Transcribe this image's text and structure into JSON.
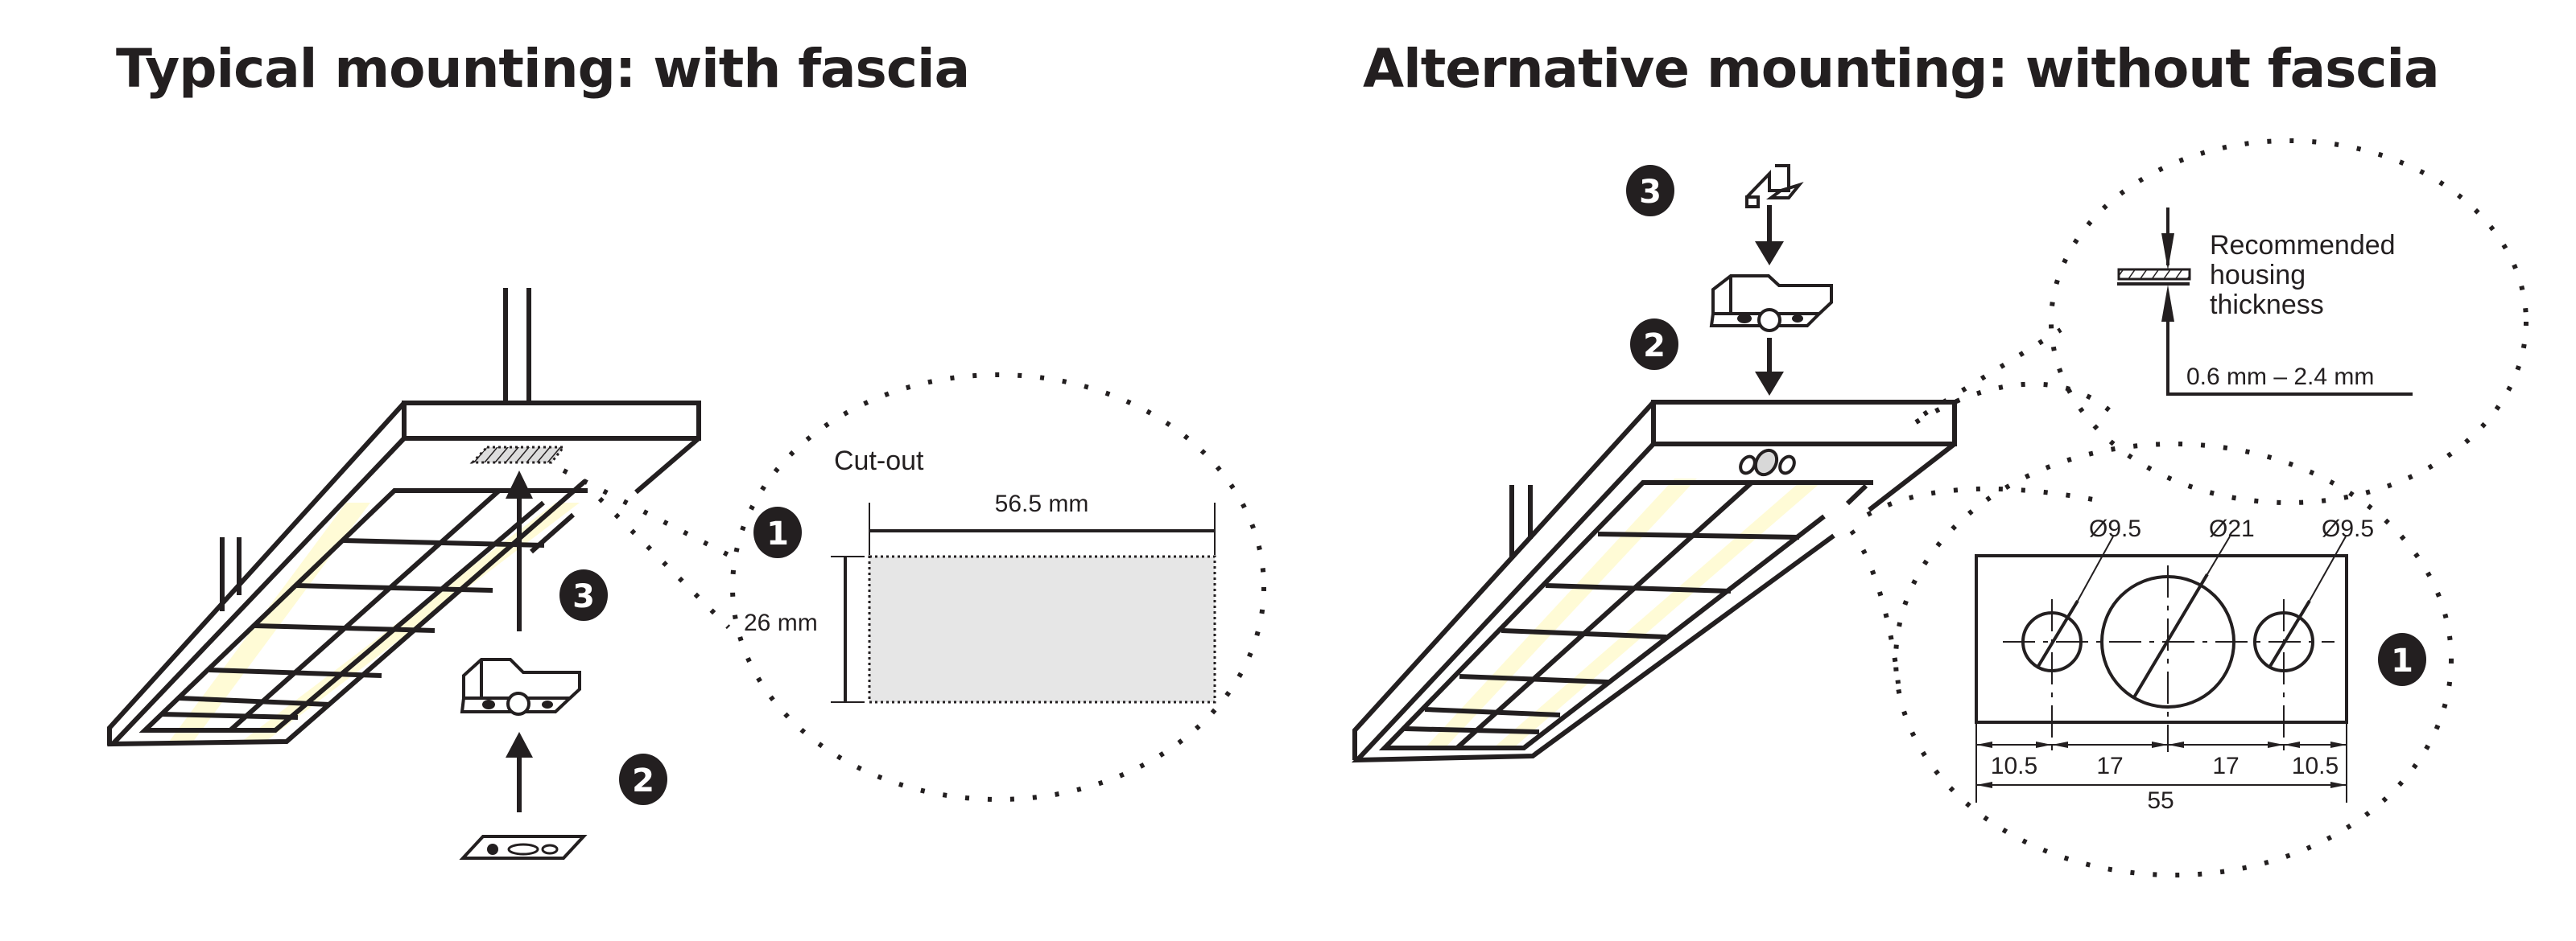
{
  "colors": {
    "ink": "#231f20",
    "light_glow": "#fffbd6",
    "cutout_fill": "#e6e6e6",
    "sensor_face": "#d0d0d0"
  },
  "left_panel": {
    "title": "Typical mounting: with fascia",
    "steps": [
      {
        "number": "1"
      },
      {
        "number": "2"
      },
      {
        "number": "3"
      }
    ],
    "cutout": {
      "label": "Cut-out",
      "width_label": "56.5 mm",
      "height_label": "26 mm"
    }
  },
  "right_panel": {
    "title": "Alternative mounting: without fascia",
    "steps": [
      {
        "number": "1"
      },
      {
        "number": "2"
      },
      {
        "number": "3"
      }
    ],
    "housing": {
      "label_line1": "Recommended",
      "label_line2": "housing",
      "label_line3": "thickness",
      "range_label": "0.6 mm – 2.4 mm"
    },
    "drilling": {
      "hole_left": "Ø9.5",
      "hole_center": "Ø21",
      "hole_right": "Ø9.5",
      "dims": [
        "10.5",
        "17",
        "17",
        "10.5"
      ],
      "total": "55"
    }
  }
}
